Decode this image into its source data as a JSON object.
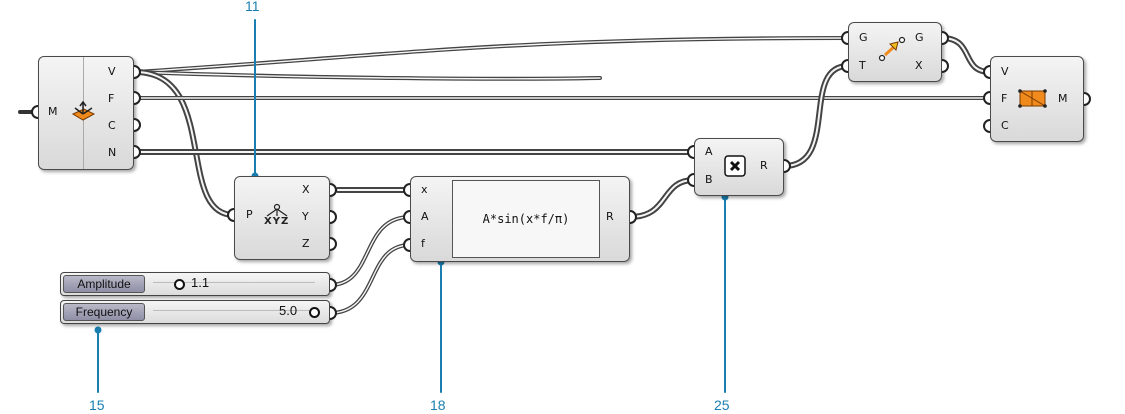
{
  "components": {
    "mesh_deconstruct": {
      "input": "M",
      "outputs": [
        "V",
        "F",
        "C",
        "N"
      ],
      "icon": "deconstruct-mesh-icon"
    },
    "point_deconstruct": {
      "input": "P",
      "outputs": [
        "X",
        "Y",
        "Z"
      ],
      "icon_text": "XYZ",
      "icon": "deconstruct-point-icon"
    },
    "expression": {
      "inputs": [
        "x",
        "A",
        "f"
      ],
      "expression": "A*sin(x*f/π)",
      "output": "R"
    },
    "multiplication": {
      "inputs": [
        "A",
        "B"
      ],
      "output": "R",
      "icon": "multiply-icon"
    },
    "move": {
      "inputs": [
        "G",
        "T"
      ],
      "outputs": [
        "G",
        "X"
      ],
      "icon": "move-icon"
    },
    "construct_mesh": {
      "inputs": [
        "V",
        "F",
        "C"
      ],
      "output": "M",
      "icon": "construct-mesh-icon"
    }
  },
  "sliders": [
    {
      "name": "Amplitude",
      "value": "1.1",
      "level": 0.11
    },
    {
      "name": "Frequency",
      "value": "5.0",
      "level": 1.0
    }
  ],
  "callouts": [
    "11",
    "15",
    "18",
    "25"
  ],
  "colors": {
    "callout": "#1a7fb0",
    "wire": "#444444",
    "node_fill": "#e6e6e6",
    "slider_name_fill": "#a2a2b8",
    "icon_orange": "#f08a1c"
  }
}
